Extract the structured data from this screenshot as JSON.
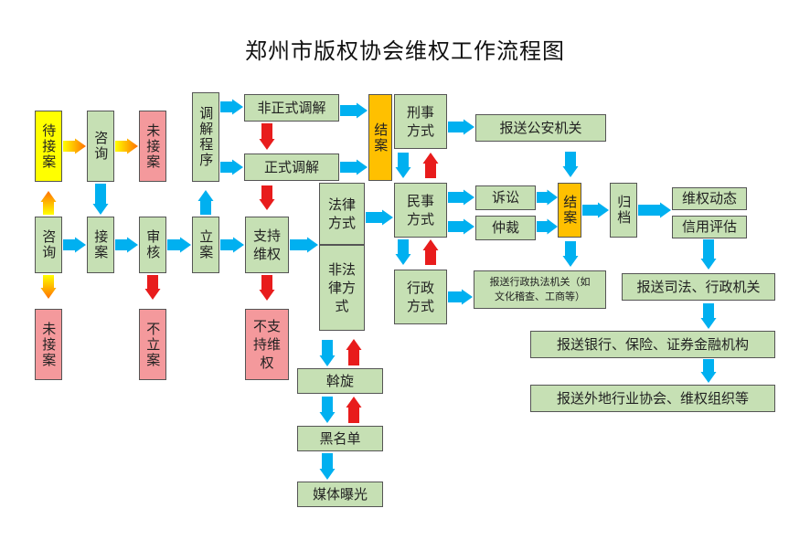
{
  "title": "郑州市版权协会维权工作流程图",
  "nodes": {
    "dai_jie_an": "待接案",
    "zi_xun_top": "咨询",
    "wei_jie_an_top": "未接案",
    "tiao_jie_cheng_xu": "调解程序",
    "fei_zheng_shi_tiao_jie": "非正式调解",
    "zheng_shi_tiao_jie": "正式调解",
    "jie_an_1": "结案",
    "xing_shi_fang_shi": "刑事方式",
    "bao_song_gong_an": "报送公安机关",
    "zi_xun_main": "咨询",
    "jie_an_accept": "接案",
    "shen_he": "审核",
    "li_an": "立案",
    "zhi_chi_wei_quan": "支持维权",
    "fa_lv_fang_shi": "法律方式",
    "fei_fa_lv_fang_shi": "非法律方式",
    "min_shi_fang_shi": "民事方式",
    "su_song": "诉讼",
    "zhong_cai": "仲裁",
    "jie_an_2": "结案",
    "gui_dang": "归档",
    "wei_quan_dong_tai": "维权动态",
    "xin_yong_ping_gu": "信用评估",
    "wei_jie_an_bottom": "未接案",
    "bu_li_an": "不立案",
    "bu_zhi_chi_wei_quan": "不支持维权",
    "xing_zheng_fang_shi": "行政方式",
    "bao_song_xing_zheng_line1": "报送行政执法机关（如",
    "bao_song_xing_zheng_line2": "文化稽查、工商等）",
    "bao_song_si_fa": "报送司法、行政机关",
    "bao_song_yin_hang": "报送银行、保险、证券金融机构",
    "bao_song_wai_di": "报送外地行业协会、维权组织等",
    "wo_xuan": "斡旋",
    "hei_ming_dan": "黑名单",
    "mei_ti_pu_guang": "媒体曝光"
  },
  "colors": {
    "green": "#c6e0b4",
    "yellow": "#ffff00",
    "orange": "#ffc000",
    "pink": "#f4999c",
    "arrow_blue": "#00b0f0",
    "arrow_red": "#e81c1c",
    "arrow_orange": "#ff7000"
  },
  "arrow_styles": {
    "blue": "blue-arrow",
    "red": "red-arrow",
    "orange": "orange-gradient-arrow"
  }
}
